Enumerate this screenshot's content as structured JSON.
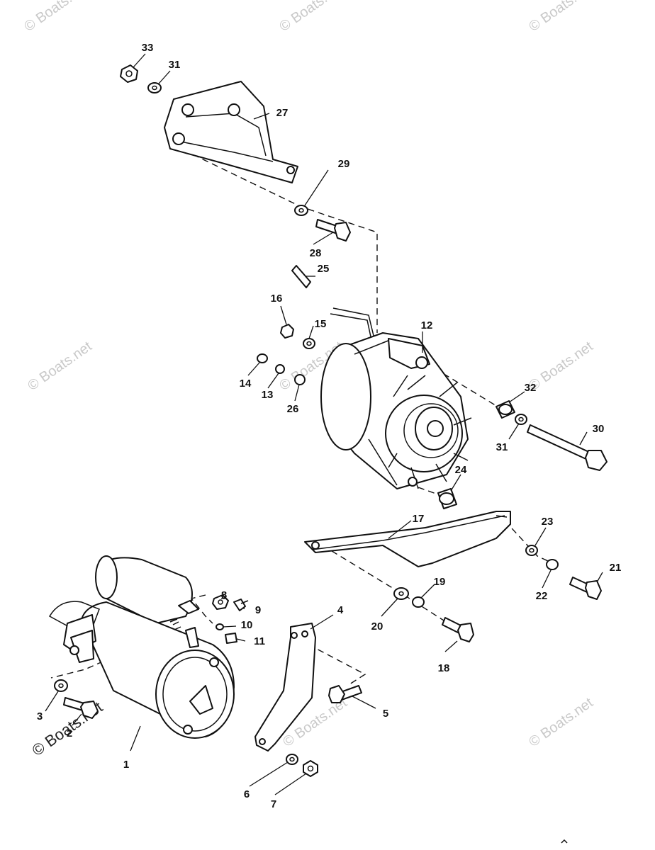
{
  "watermarks": {
    "text": "© Boats.net",
    "corner_text": "© Boats.net"
  },
  "callouts": {
    "c1": "1",
    "c2": "2",
    "c3": "3",
    "c4": "4",
    "c5": "5",
    "c6": "6",
    "c7": "7",
    "c8": "8",
    "c9": "9",
    "c10": "10",
    "c11": "11",
    "c12": "12",
    "c13": "13",
    "c14": "14",
    "c15": "15",
    "c16": "16",
    "c17": "17",
    "c18": "18",
    "c19": "19",
    "c20": "20",
    "c21": "21",
    "c22": "22",
    "c23": "23",
    "c24": "24",
    "c25": "25",
    "c26": "26",
    "c27": "27",
    "c28": "28",
    "c29": "29",
    "c30": "30",
    "c31a": "31",
    "c31b": "31",
    "c32": "32",
    "c33": "33"
  }
}
